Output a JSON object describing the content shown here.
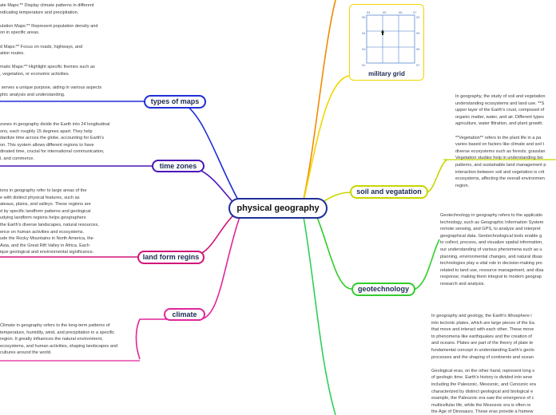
{
  "center": {
    "label": "physical geography"
  },
  "branches": {
    "types_of_maps": {
      "label": "types of maps",
      "color": "#1f2fd6"
    },
    "time_zones": {
      "label": "time zones",
      "color": "#4a16b8"
    },
    "land_form_regins": {
      "label": "land form regins",
      "color": "#d1147a"
    },
    "climate": {
      "label": "climate",
      "color": "#e0259c"
    },
    "military_grid": {
      "label": "military grid",
      "color": "#f2d600"
    },
    "soil_and_vegatation": {
      "label": "soil and vegatation",
      "color": "#c8d600"
    },
    "geotechnology": {
      "label": "geotechnology",
      "color": "#33cc2b"
    },
    "top_right_branch": {
      "color": "#f28a00"
    },
    "bottom_right_branch": {
      "color": "#2fcf5a"
    }
  },
  "notes": {
    "types_of_maps": "ate Maps:** Display climate patterns in different\nndicating temperature and precipitation.\n\nulation Maps:** Represent population density and\non in specific areas.\n\nd Maps:** Focus on roads, highways, and\nation routes.\n\nmatic Maps:** Highlight specific themes such as\n, vegetation, or economic activities.\n\n serves a unique purpose, aiding in various aspects\nphic analysis and understanding.",
    "time_zones": "zones in geography divide the Earth into 24 longitudinal\nons, each roughly 15 degrees apart. They help\ndardize time across the globe, accounting for Earth's\non. This system allows different regions to have\ndinated time, crucial for international communication,\nl, and commerce.",
    "land_form_regins": "ions in geography refer to large areas of the\ne with distinct physical features, such as\nateaus, plains, and valleys. These regions are\nd by specific landform patterns and geological\nudying landform regions helps geographers\nthe Earth's diverse landscapes, natural resources,\nence on human activities and ecosystems.\nude the Rocky Mountains in North America, the\nAsia, and the Great Rift Valley in Africa. Each\nique geological and environmental significance.",
    "climate": "Climate in geography refers to the long-term patterns of\ntemperature, humidity, wind, and precipitation in a specific\nregion. It greatly influences the natural environment,\necosystems, and human activities, shaping landscapes and\ncultures around the world.",
    "soil_and_vegatation": "In geography, the study of soil and vegetation\nunderstanding ecosystems and land use. **S\nupper layer of the Earth's crust, composed of\norganic matter, water, and air. Different types\nagriculture, water filtration, and plant growth.\n\n**Vegetation** refers to the plant life in a pa\nvaries based on factors like climate and soil t\ndiverse ecosystems such as forests, grasslan\nVegetation studies help in understanding bio\npatterns, and sustainable land management p\ninteraction between soil and vegetation is crit\necosystems, affecting the overall environmen\nregion.",
    "geotechnology": "Geotechnology in geography refers to the applicatio\ntechnology, such as Geographic Information System\nremote sensing, and GPS, to analyze and interpret\ngeographical data. Geotechnological tools enable g\nto collect, process, and visualize spatial information,\nour understanding of various phenomena such as u\nplanning, environmental changes, and natural disas\ntechnologies play a vital role in decision-making pro\nrelated to land use, resource management, and disa\nresponse, making them integral to modern geograp\nresearch and analysis.",
    "plates_and_eras": "In geography and geology, the Earth's lithosphere i\ninto tectonic plates, which are large pieces of the Ea\nthat move and interact with each other. These move\nto phenomena like earthquakes and the creation of\nand oceans. Plates are part of the theory of plate te\nfundamental concept in understanding Earth's geolo\nprocesses and the shaping of continents and ocean\n\nGeological eras, on the other hand, represent long s\nof geologic time. Earth's history is divided into seve\nincluding the Paleozoic, Mesozoic, and Cenozoic era\ncharacterized by distinct geological and biological e\nexample, the Paleozoic era saw the emergence of c\nmulticellular life, while the Mesozoic era is often re\nthe Age of Dinosaurs. These eras provide a framew\nscientists study Earth's history"
  },
  "military_grid_image": {
    "labels": [
      "94",
      "95",
      "96",
      "97",
      "95",
      "94",
      "93",
      "92",
      "92",
      "95",
      "96",
      "97"
    ]
  }
}
